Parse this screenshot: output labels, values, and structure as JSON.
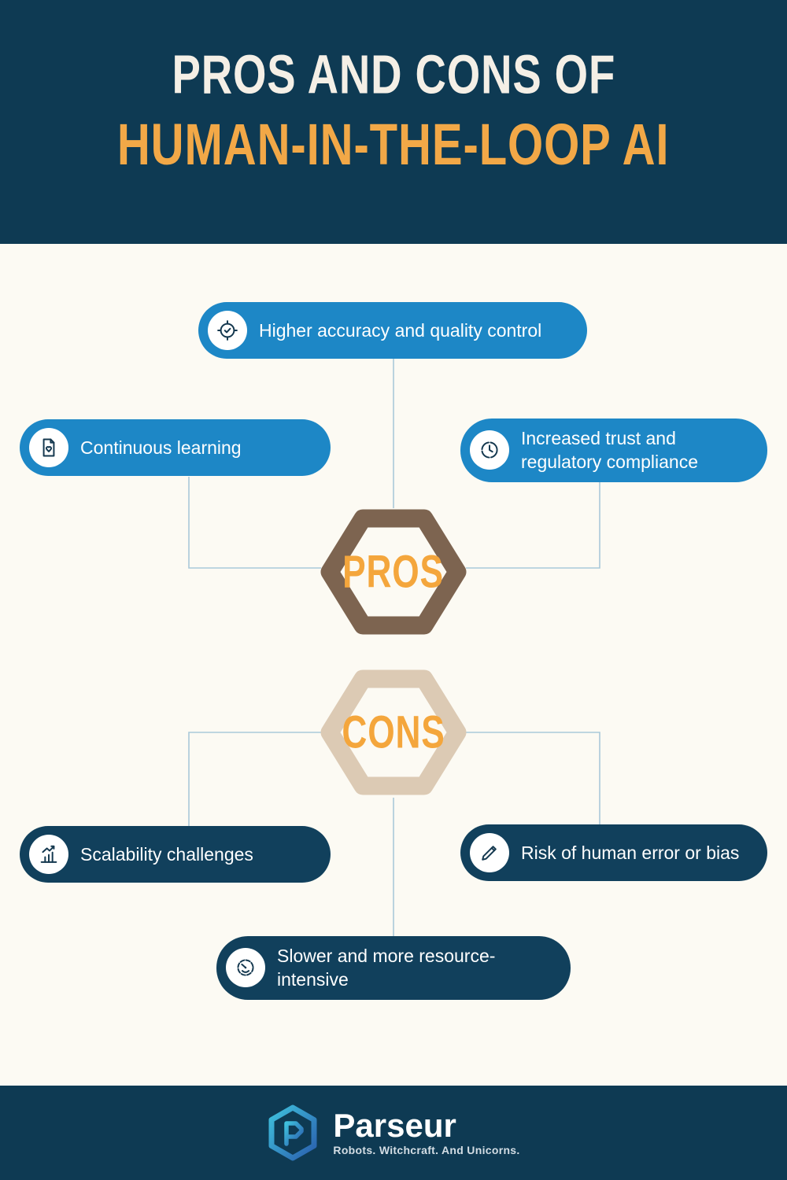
{
  "header": {
    "title_line1": "PROS AND CONS OF",
    "title_line2": "HUMAN-IN-THE-LOOP AI"
  },
  "pros": {
    "label": "PROS",
    "items": [
      {
        "text": "Higher accuracy and quality control",
        "icon": "target-check-icon"
      },
      {
        "text": "Continuous learning",
        "icon": "document-heart-icon"
      },
      {
        "text": "Increased trust and regulatory compliance",
        "icon": "clock-icon"
      }
    ]
  },
  "cons": {
    "label": "CONS",
    "items": [
      {
        "text": "Scalability challenges",
        "icon": "growth-chart-icon"
      },
      {
        "text": "Risk of human error or bias",
        "icon": "pencil-icon"
      },
      {
        "text": "Slower and more resource-intensive",
        "icon": "gauge-icon"
      }
    ]
  },
  "footer": {
    "brand": "Parseur",
    "tagline": "Robots. Witchcraft. And Unicorns."
  },
  "colors": {
    "header_navy": "#0e3a53",
    "pros_pill_blue": "#1d87c6",
    "cons_pill_navy": "#11405c",
    "accent_orange": "#f2a847",
    "pros_hex_brown": "#7d6450",
    "cons_hex_beige": "#dccab4",
    "background_cream": "#fcfaf3",
    "connector_blue": "#a9c9d9"
  }
}
